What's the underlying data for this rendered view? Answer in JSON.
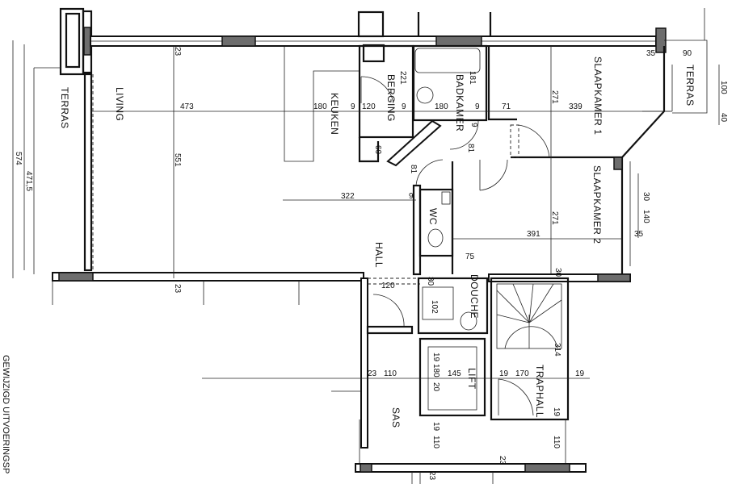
{
  "rooms": {
    "terras_left": "TERRAS",
    "living": "LIVING",
    "keuken": "KEUKEN",
    "berging": "BERGING",
    "badkamer": "BADKAMER",
    "slaapkamer1": "SLAAPKAMER 1",
    "terras_right": "TERRAS",
    "slaapkamer2": "SLAAPKAMER 2",
    "wc": "WC",
    "hall": "HALL",
    "douche": "DOUCHE",
    "traphall": "TRAPHALL",
    "lift": "LIFT",
    "sas": "SAS"
  },
  "dimensions": [
    "473",
    "180",
    "9",
    "120",
    "9",
    "180",
    "9",
    "71",
    "339",
    "551",
    "23",
    "221",
    "181",
    "271",
    "322",
    "9",
    "391",
    "271",
    "75",
    "35",
    "90",
    "100",
    "40",
    "30",
    "140",
    "35",
    "60",
    "81",
    "81",
    "574",
    "471,5",
    "23",
    "120",
    "30",
    "102",
    "30",
    "23",
    "110",
    "19",
    "180",
    "20",
    "145",
    "19",
    "170",
    "19",
    "19",
    "110",
    "110",
    "23",
    "23",
    "19",
    "314",
    "9"
  ],
  "note": "GEWIJZIGD UITVOERINGSP"
}
